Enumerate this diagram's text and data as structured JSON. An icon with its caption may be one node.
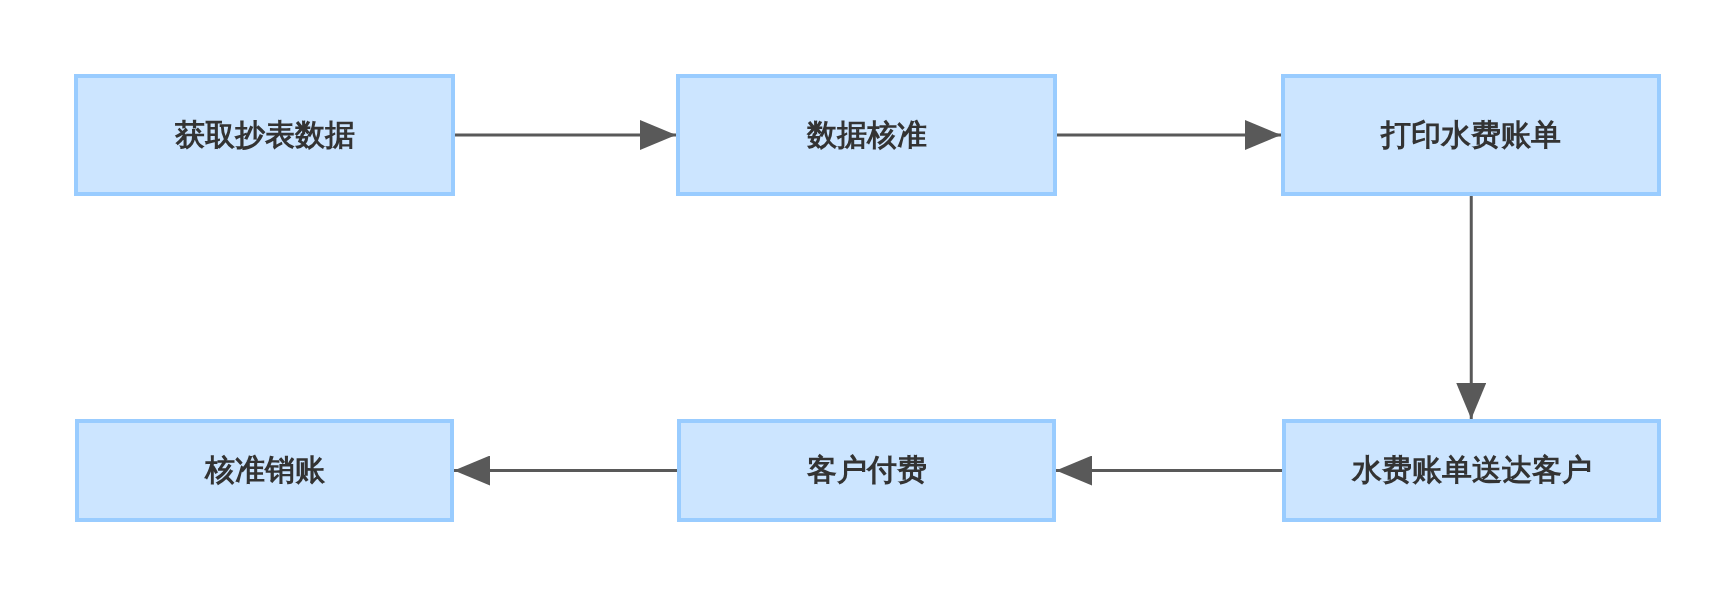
{
  "diagram": {
    "nodes": [
      {
        "text": [
          "获取抄表数据"
        ]
      },
      {
        "text": [
          "数据核准"
        ]
      },
      {
        "text": [
          "打印水费账单"
        ]
      },
      {
        "text": [
          "水费账单送达客户"
        ]
      },
      {
        "text": [
          "客户付费"
        ]
      },
      {
        "text": [
          "核准销账"
        ]
      }
    ],
    "edges": [
      {
        "from": 0,
        "to": 1,
        "arrow": "to"
      },
      {
        "from": 1,
        "to": 2,
        "arrow": "to"
      },
      {
        "from": 2,
        "to": 3,
        "arrow": "to"
      },
      {
        "from": 3,
        "to": 4,
        "arrow": "to"
      },
      {
        "from": 4,
        "to": 5,
        "arrow": "to"
      }
    ]
  }
}
